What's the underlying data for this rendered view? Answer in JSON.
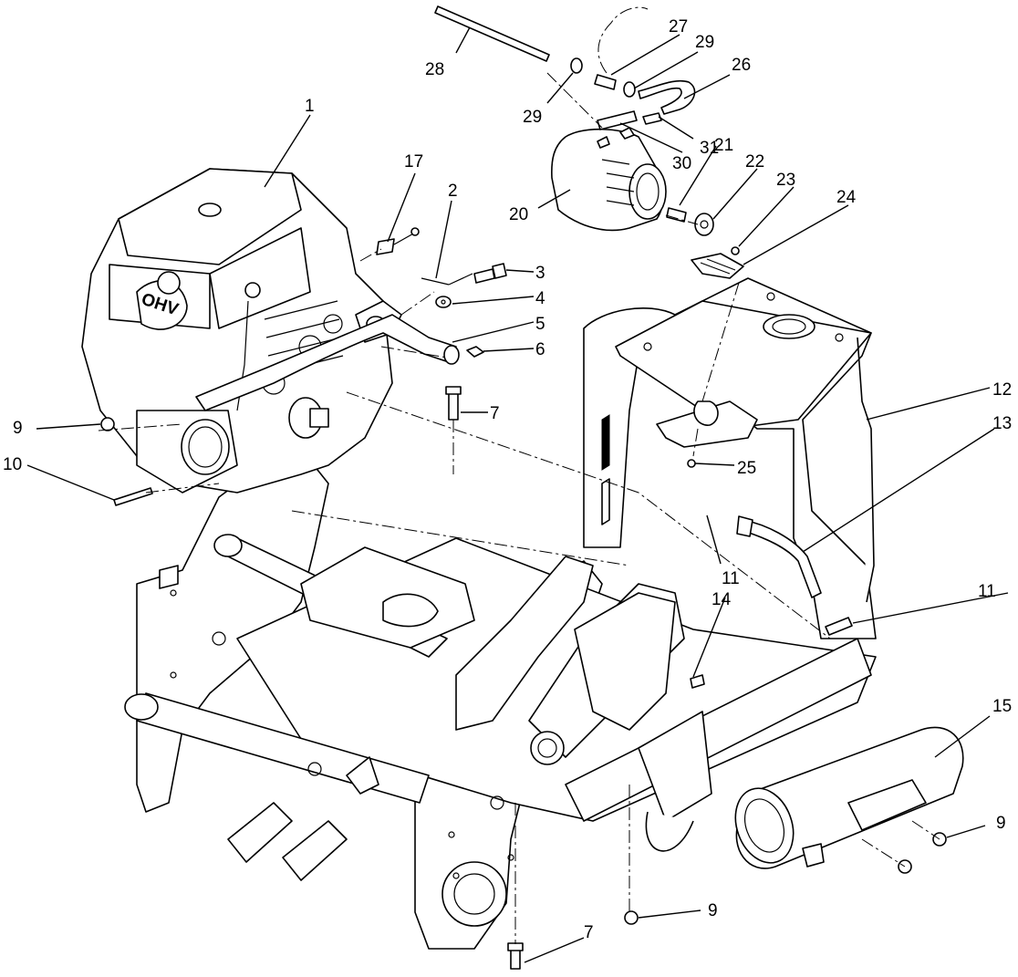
{
  "callouts": [
    {
      "id": "c1",
      "label": "1"
    },
    {
      "id": "c2",
      "label": "2"
    },
    {
      "id": "c3",
      "label": "3"
    },
    {
      "id": "c4",
      "label": "4"
    },
    {
      "id": "c5",
      "label": "5"
    },
    {
      "id": "c6",
      "label": "6"
    },
    {
      "id": "c7a",
      "label": "7"
    },
    {
      "id": "c7b",
      "label": "7"
    },
    {
      "id": "c9a",
      "label": "9"
    },
    {
      "id": "c9b",
      "label": "9"
    },
    {
      "id": "c9c",
      "label": "9"
    },
    {
      "id": "c10",
      "label": "10"
    },
    {
      "id": "c11a",
      "label": "11"
    },
    {
      "id": "c11b",
      "label": "11"
    },
    {
      "id": "c12",
      "label": "12"
    },
    {
      "id": "c13",
      "label": "13"
    },
    {
      "id": "c14",
      "label": "14"
    },
    {
      "id": "c15",
      "label": "15"
    },
    {
      "id": "c17",
      "label": "17"
    },
    {
      "id": "c20",
      "label": "20"
    },
    {
      "id": "c21",
      "label": "21"
    },
    {
      "id": "c22",
      "label": "22"
    },
    {
      "id": "c23",
      "label": "23"
    },
    {
      "id": "c24",
      "label": "24"
    },
    {
      "id": "c25",
      "label": "25"
    },
    {
      "id": "c26",
      "label": "26"
    },
    {
      "id": "c27",
      "label": "27"
    },
    {
      "id": "c28",
      "label": "28"
    },
    {
      "id": "c29a",
      "label": "29"
    },
    {
      "id": "c29b",
      "label": "29"
    },
    {
      "id": "c30",
      "label": "30"
    },
    {
      "id": "c31",
      "label": "31"
    }
  ],
  "engine_badge": "OHV"
}
